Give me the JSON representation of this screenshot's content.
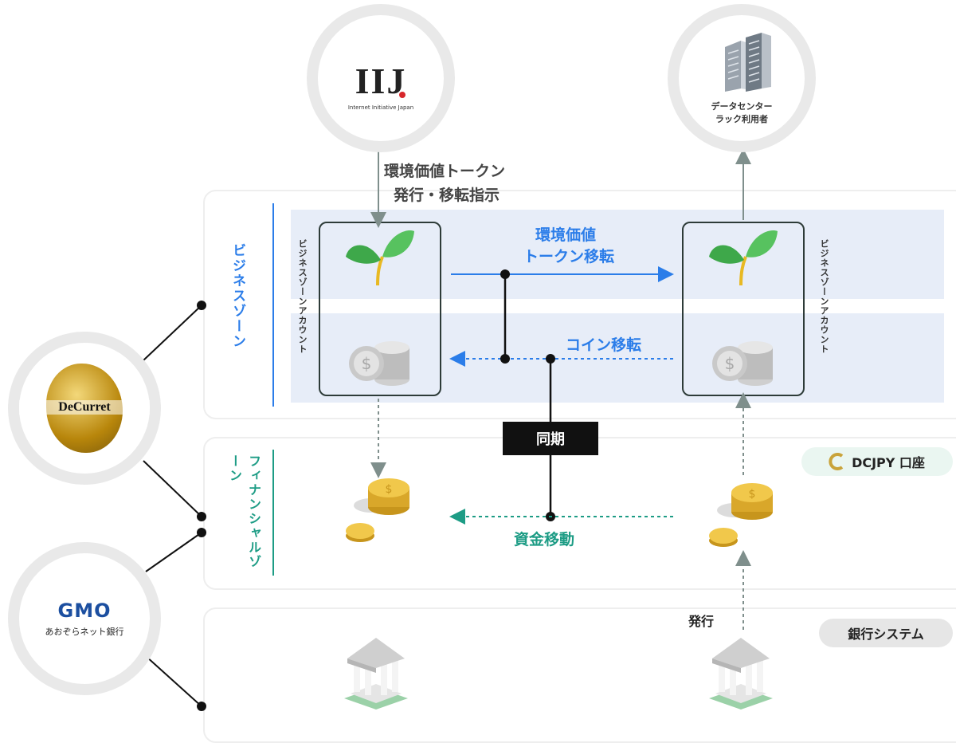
{
  "iij": {
    "logo": "IIJ",
    "subtitle": "Internet Initiative Japan"
  },
  "datacenter": {
    "line1": "データセンター",
    "line2": "ラック利用者"
  },
  "instruction": {
    "line1": "環境価値トークン",
    "line2": "発行・移転指示"
  },
  "business_zone": {
    "title": "ビジネスゾーン",
    "account_left": "ビジネスゾーンアカウント",
    "account_right": "ビジネスゾーンアカウント",
    "token_transfer_line1": "環境価値",
    "token_transfer_line2": "トークン移転",
    "coin_transfer": "コイン移転"
  },
  "sync_label": "同期",
  "financial_zone": {
    "title": "フィナンシャルゾーン",
    "fund_move": "資金移動",
    "dcjpy_badge": "DCJPY 口座"
  },
  "bank_zone": {
    "issue_label": "発行",
    "badge": "銀行システム"
  },
  "decurret": {
    "logo": "DeCurret"
  },
  "gmo": {
    "logo": "GMO",
    "subtitle": "あおぞらネット銀行"
  },
  "colors": {
    "blue": "#2b7de9",
    "teal": "#1d9c85",
    "dark": "#222222",
    "gray_arrow": "#7f8f8c",
    "band": "#e7edf8",
    "gold": "#b8860b"
  },
  "icons": [
    "sprout-icon",
    "coin-stack-icon",
    "gold-coin-icon",
    "bank-building-icon",
    "office-building-icon",
    "dcjpy-logo-icon"
  ]
}
